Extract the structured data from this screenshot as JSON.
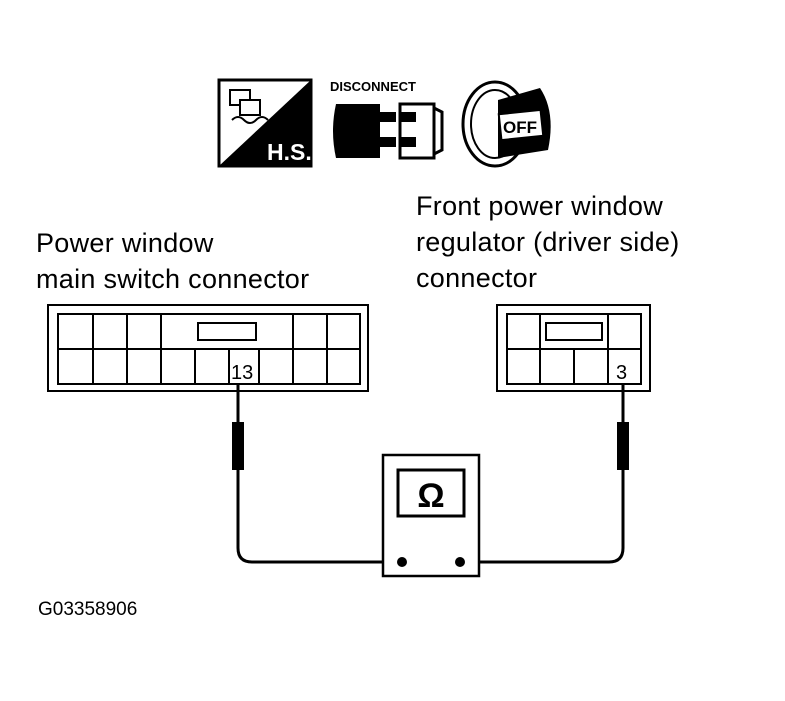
{
  "icons": {
    "hs": {
      "name": "hs-harness-icon",
      "label": "H.S."
    },
    "disconnect": {
      "name": "disconnect-icon",
      "label": "DISCONNECT"
    },
    "ignition": {
      "name": "ignition-off-icon",
      "label": "OFF"
    }
  },
  "left_connector": {
    "title_lines": [
      "Power window",
      "main switch connector"
    ],
    "terminal": "13"
  },
  "right_connector": {
    "title_lines": [
      "Front power window",
      "regulator (driver side)",
      "connector"
    ],
    "terminal": "3"
  },
  "meter": {
    "name": "ohmmeter",
    "symbol": "Ω"
  },
  "figure_ref": "G03358906"
}
